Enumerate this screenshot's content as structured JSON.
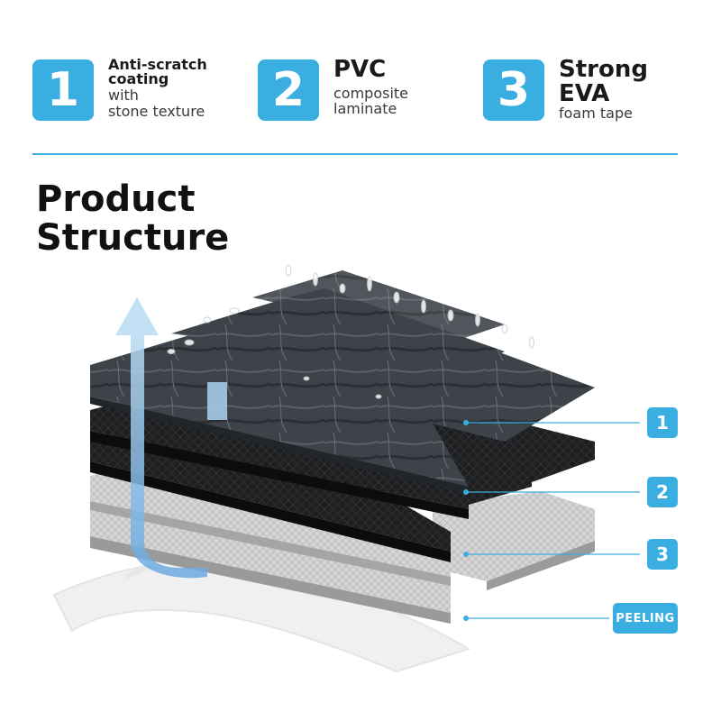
{
  "features": [
    {
      "number": "1",
      "title": [
        "Anti-scratch",
        "coating"
      ],
      "subtitle": [
        "with",
        "stone texture"
      ]
    },
    {
      "number": "2",
      "title": [
        "PVC"
      ],
      "subtitle": [
        "composite",
        "laminate"
      ]
    },
    {
      "number": "3",
      "title": [
        "Strong",
        "EVA"
      ],
      "subtitle": [
        "foam tape"
      ]
    }
  ],
  "heading": [
    "Product",
    "Structure"
  ],
  "callouts": [
    "1",
    "2",
    "3",
    "PEELING"
  ],
  "colors": {
    "accent": "#3aaee0",
    "stone": "#3c4148",
    "pvc": "#1b1c1e",
    "foam": "#cfcfcf"
  }
}
